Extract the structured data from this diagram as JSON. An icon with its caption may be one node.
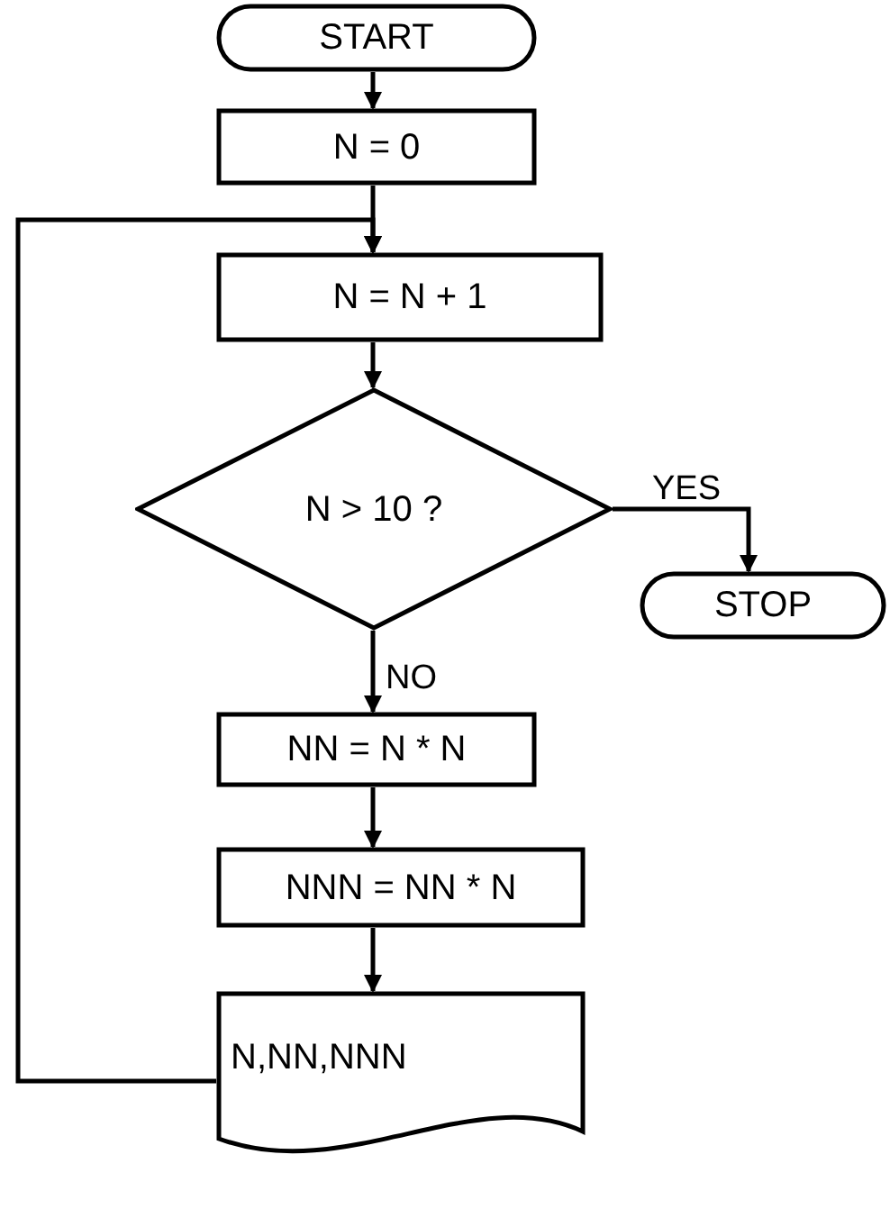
{
  "diagram": {
    "nodes": [
      {
        "text": [
          "START"
        ]
      },
      {
        "text": [
          "N = 0"
        ]
      },
      {
        "text": [
          "N = N + 1"
        ]
      },
      {
        "text": [
          "N > 10 ?"
        ]
      },
      {
        "text": [
          "STOP"
        ]
      },
      {
        "text": [
          "NN = N * N"
        ]
      },
      {
        "text": [
          "NNN = NN * N"
        ]
      },
      {
        "text": [
          "N,NN,NNN"
        ]
      }
    ],
    "edges": [
      {
        "from": 0,
        "to": 1,
        "arrow": "to"
      },
      {
        "from": 1,
        "to": 2,
        "arrow": "to"
      },
      {
        "from": 2,
        "to": 3,
        "arrow": "to"
      },
      {
        "from": 3,
        "to": 4,
        "arrow": "to",
        "label": "YES"
      },
      {
        "from": 3,
        "to": 5,
        "arrow": "to",
        "label": "NO"
      },
      {
        "from": 5,
        "to": 6,
        "arrow": "to"
      },
      {
        "from": 6,
        "to": 7,
        "arrow": "to"
      },
      {
        "from": 7,
        "to": 2,
        "arrow": "to"
      }
    ]
  }
}
